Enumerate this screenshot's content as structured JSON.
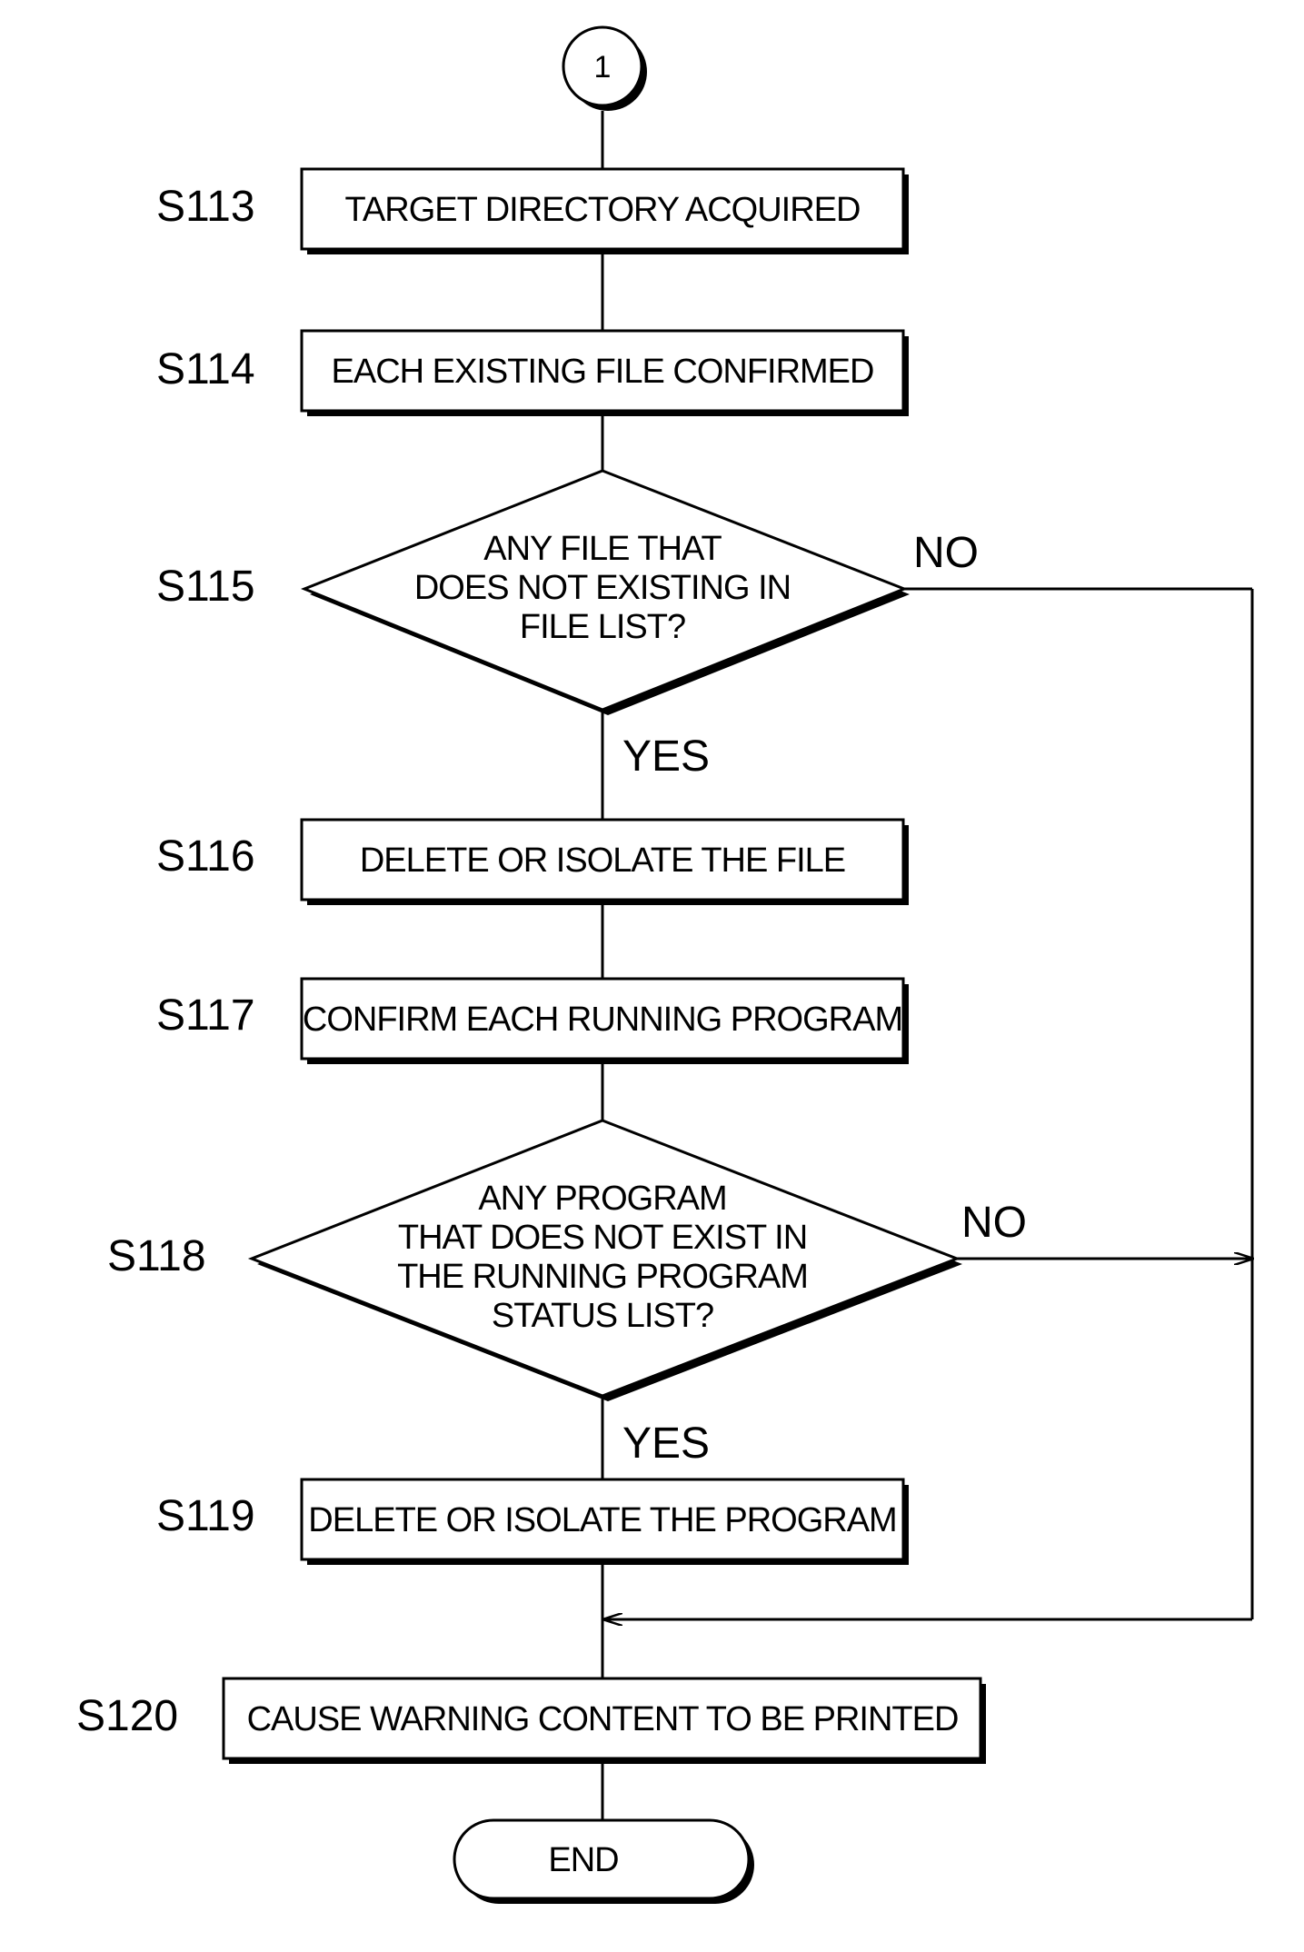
{
  "connector": {
    "label": "1"
  },
  "steps": {
    "s113": {
      "id": "S113",
      "text": "TARGET DIRECTORY ACQUIRED"
    },
    "s114": {
      "id": "S114",
      "text": "EACH EXISTING FILE CONFIRMED"
    },
    "s115": {
      "id": "S115",
      "lines": [
        "ANY FILE THAT",
        "DOES NOT EXISTING IN",
        "FILE LIST?"
      ],
      "yes": "YES",
      "no": "NO"
    },
    "s116": {
      "id": "S116",
      "text": "DELETE OR ISOLATE THE FILE"
    },
    "s117": {
      "id": "S117",
      "text": "CONFIRM EACH RUNNING PROGRAM"
    },
    "s118": {
      "id": "S118",
      "lines": [
        "ANY PROGRAM",
        "THAT DOES NOT EXIST IN",
        "THE RUNNING PROGRAM",
        "STATUS LIST?"
      ],
      "yes": "YES",
      "no": "NO"
    },
    "s119": {
      "id": "S119",
      "text": "DELETE OR ISOLATE THE PROGRAM"
    },
    "s120": {
      "id": "S120",
      "text": "CAUSE WARNING CONTENT TO BE PRINTED"
    }
  },
  "end": {
    "label": "END"
  }
}
